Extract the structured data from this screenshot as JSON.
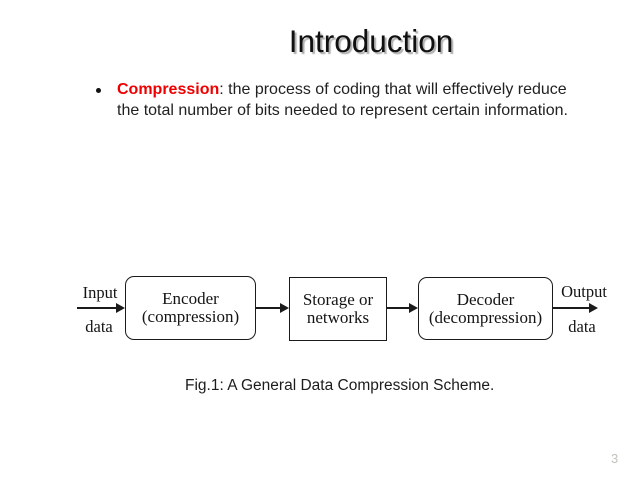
{
  "title": "Introduction",
  "bullet": {
    "term": "Compression",
    "after_term": ": the process of coding that will effectively reduce",
    "line2": "the total number of bits needed to represent certain information."
  },
  "figure": {
    "input": {
      "top": "Input",
      "bottom": "data"
    },
    "output": {
      "top": "Output",
      "bottom": "data"
    },
    "boxes": [
      {
        "line1": "Encoder",
        "line2": "(compression)"
      },
      {
        "line1": "Storage or",
        "line2": "networks"
      },
      {
        "line1": "Decoder",
        "line2": "(decompression)"
      }
    ],
    "caption": "Fig.1: A General Data Compression Scheme."
  },
  "page_number": "3",
  "colors": {
    "term_red": "#ee0000",
    "body_text": "#212121",
    "diagram_line": "#1b1b1b",
    "page_number": "#c3c3bb"
  }
}
